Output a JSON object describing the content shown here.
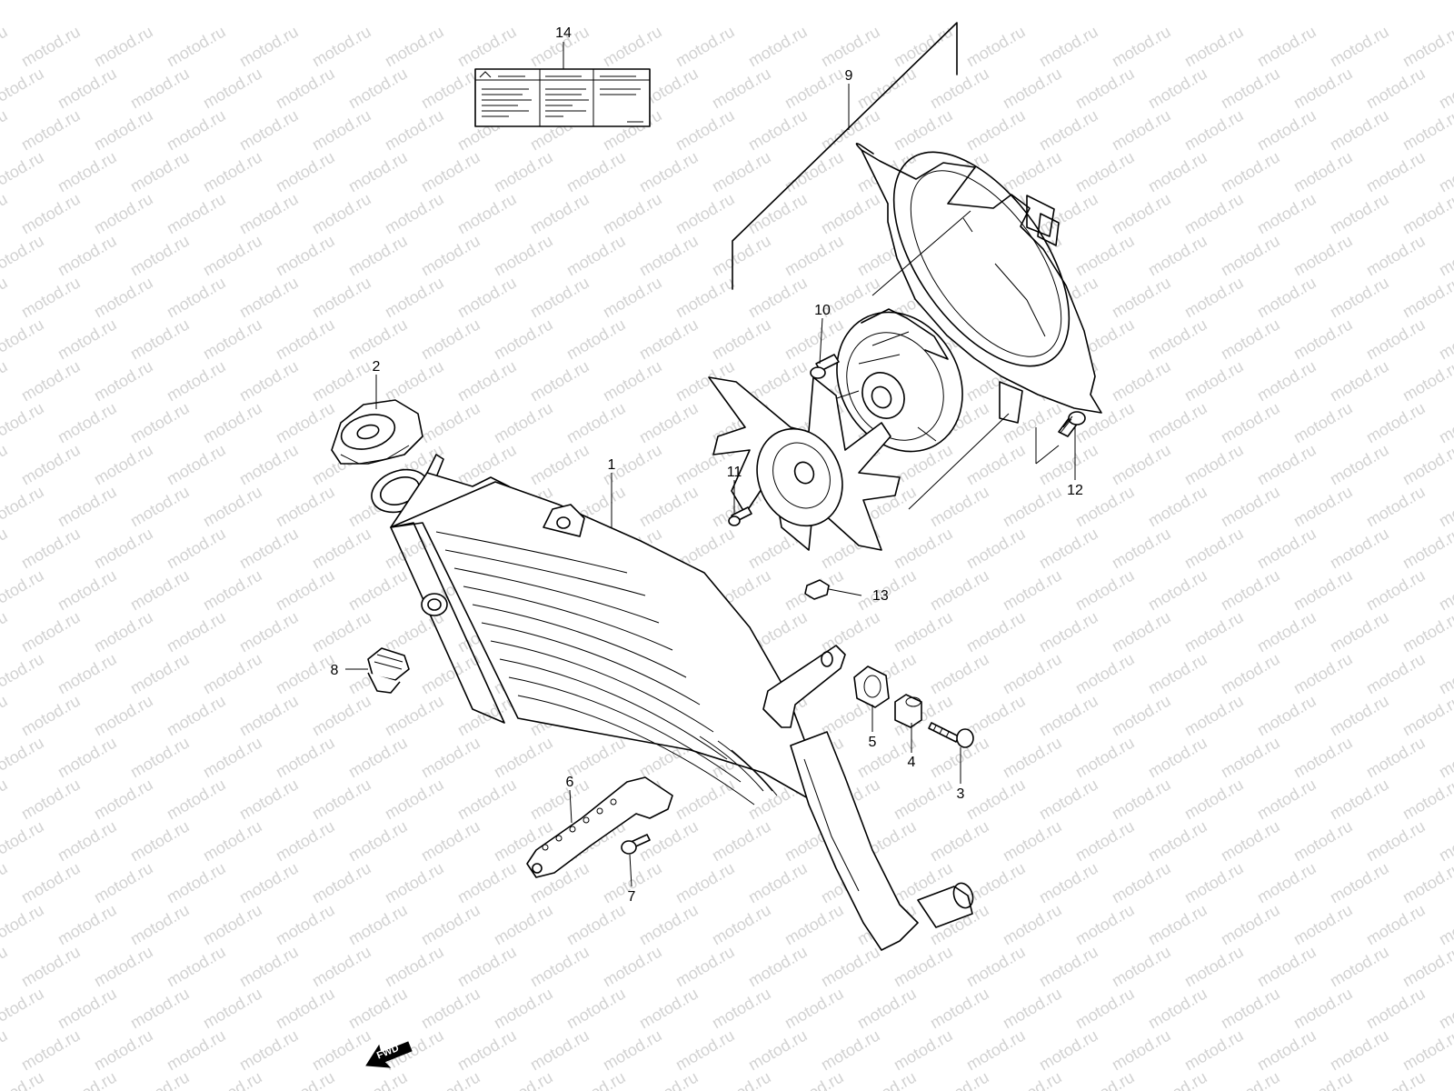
{
  "watermark": "motod.ru",
  "callouts": [
    {
      "n": "1"
    },
    {
      "n": "2"
    },
    {
      "n": "3"
    },
    {
      "n": "4"
    },
    {
      "n": "5"
    },
    {
      "n": "6"
    },
    {
      "n": "7"
    },
    {
      "n": "8"
    },
    {
      "n": "9"
    },
    {
      "n": "10"
    },
    {
      "n": "11"
    },
    {
      "n": "12"
    },
    {
      "n": "13"
    },
    {
      "n": "14"
    }
  ],
  "fwd_label": "FWD"
}
